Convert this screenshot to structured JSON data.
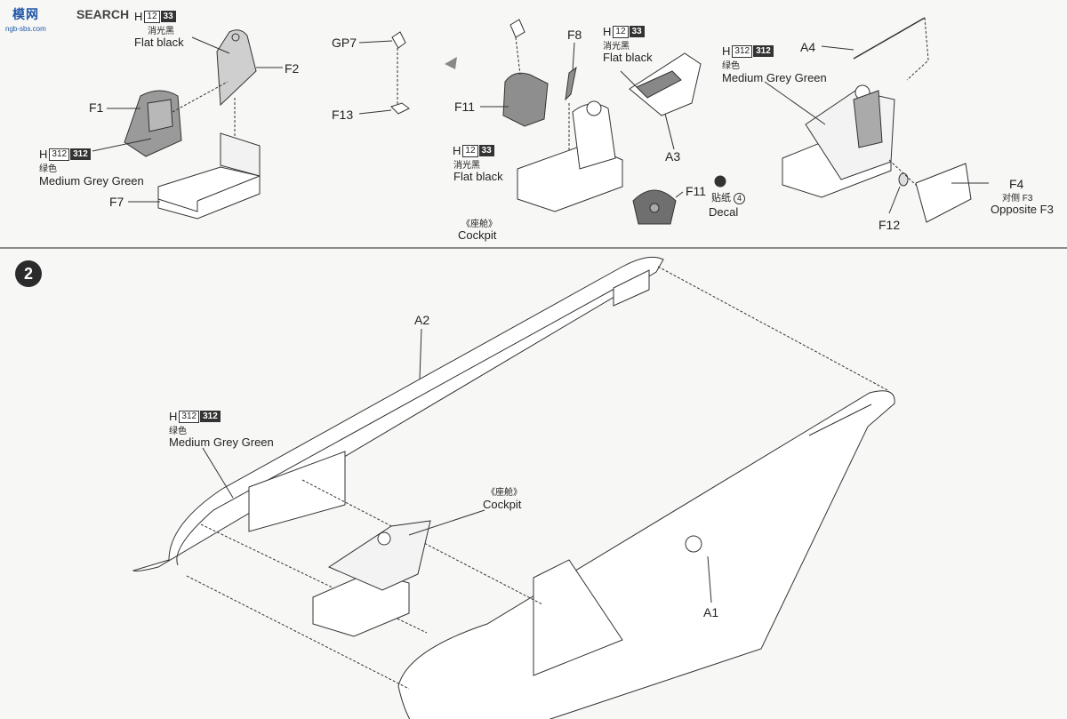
{
  "logo": {
    "brand": "模网",
    "search": "SEARCH",
    "url": "ngb-sbs.com"
  },
  "step1": {
    "seat": {
      "code1": {
        "prefix": "H",
        "num": "12",
        "alt": "33"
      },
      "paint1_zh": "消光黑",
      "paint1_en": "Flat black",
      "code2": {
        "prefix": "H",
        "num": "312",
        "alt": "312"
      },
      "paint2_zh": "绿色",
      "paint2_en": "Medium Grey Green",
      "parts": {
        "f1": "F1",
        "f2": "F2",
        "f7": "F7"
      }
    },
    "gunsight": {
      "gp7": "GP7",
      "f13": "F13"
    },
    "panel": {
      "f8": "F8",
      "f11": "F11",
      "a3": "A3",
      "code_top": {
        "prefix": "H",
        "num": "12",
        "alt": "33"
      },
      "top_zh": "消光黑",
      "top_en": "Flat black",
      "code_left": {
        "prefix": "H",
        "num": "12",
        "alt": "33"
      },
      "left_zh": "消光黑",
      "left_en": "Flat black",
      "decal_part": "F11",
      "decal_zh": "贴纸",
      "decal_num": "4",
      "decal_en": "Decal",
      "caption_zh": "《座舱》",
      "caption_en": "Cockpit"
    },
    "assembled": {
      "a4": "A4",
      "f4": "F4",
      "f12": "F12",
      "code": {
        "prefix": "H",
        "num": "312",
        "alt": "312"
      },
      "paint_zh": "绿色",
      "paint_en": "Medium Grey Green",
      "opp_zh": "对侧 F3",
      "opp_en": "Opposite F3"
    }
  },
  "step2": {
    "number": "2",
    "a2": "A2",
    "a1": "A1",
    "code": {
      "prefix": "H",
      "num": "312",
      "alt": "312"
    },
    "paint_zh": "绿色",
    "paint_en": "Medium Grey Green",
    "cockpit_zh": "《座舱》",
    "cockpit_en": "Cockpit"
  }
}
